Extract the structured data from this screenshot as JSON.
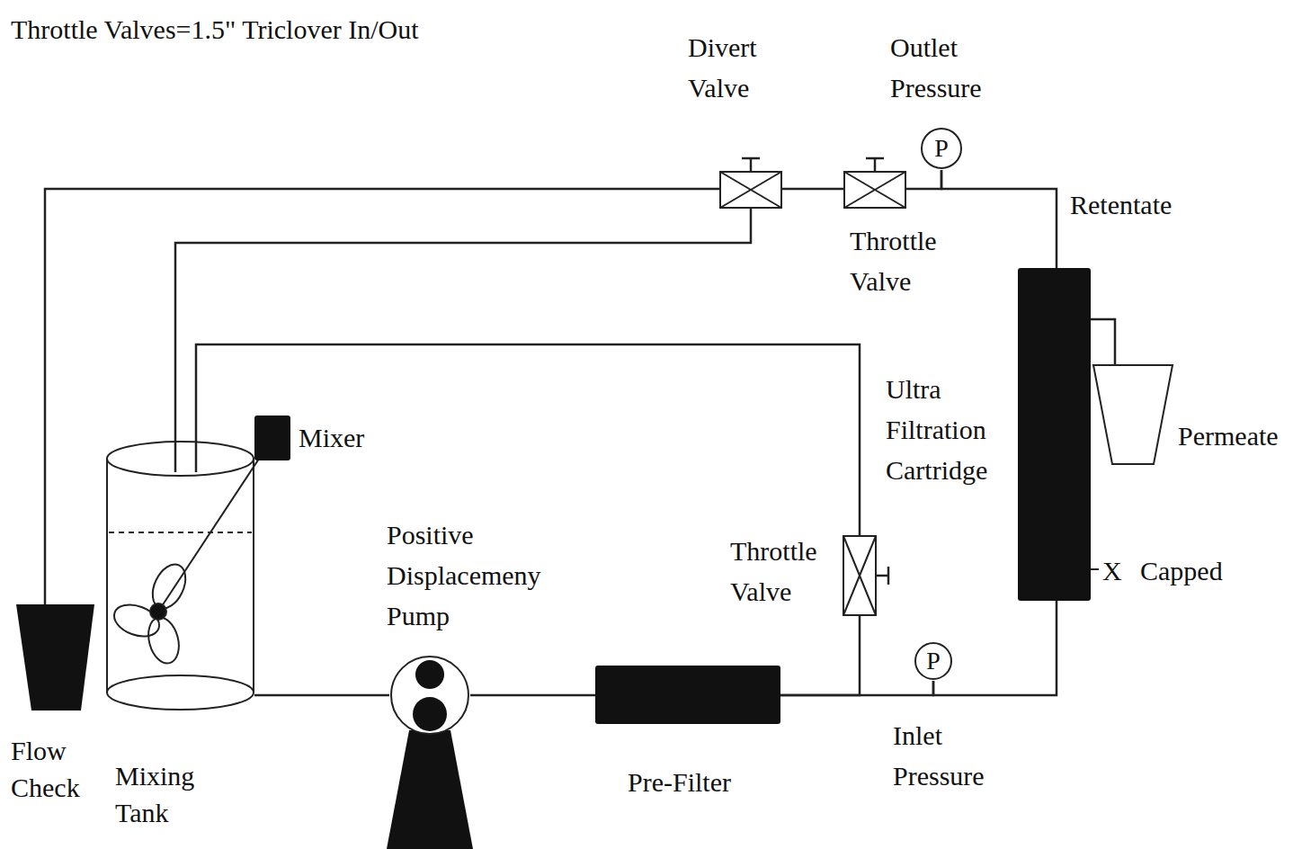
{
  "diagram": {
    "nodes": [
      {
        "text": [
          "Divert Valve"
        ]
      },
      {
        "text": [
          "Outlet Pressure",
          "P"
        ]
      },
      {
        "text": [
          "Throttle Valve"
        ]
      },
      {
        "text": [
          "Ultra Filtration Cartridge"
        ]
      },
      {
        "text": [
          "Permeate"
        ]
      },
      {
        "text": [
          "Mixer"
        ]
      },
      {
        "text": [
          "Throttle Valve"
        ]
      },
      {
        "text": [
          "Flow Check"
        ]
      },
      {
        "text": [
          "Mixing Tank"
        ]
      },
      {
        "text": [
          "Positive Displacemeny Pump"
        ]
      },
      {
        "text": [
          "Pre-Filter"
        ]
      },
      {
        "text": [
          "Inlet Pressure",
          "P"
        ]
      }
    ],
    "edges": [
      {
        "from": 8,
        "to": 9,
        "arrow": "none"
      },
      {
        "from": 9,
        "to": 10,
        "arrow": "none"
      },
      {
        "from": 10,
        "to": 11,
        "arrow": "none"
      },
      {
        "from": 11,
        "to": 3,
        "arrow": "none"
      },
      {
        "from": 10,
        "to": 6,
        "arrow": "none"
      },
      {
        "from": 6,
        "to": 8,
        "arrow": "none"
      },
      {
        "from": 3,
        "to": 1,
        "arrow": "none"
      },
      {
        "from": 1,
        "to": 2,
        "arrow": "none"
      },
      {
        "from": 2,
        "to": 0,
        "arrow": "none"
      },
      {
        "from": 0,
        "to": 7,
        "arrow": "none"
      },
      {
        "from": 0,
        "to": 8,
        "arrow": "none"
      },
      {
        "from": 3,
        "to": 4,
        "arrow": "none"
      }
    ],
    "labels": [
      "Throttle Valves=1.5\" Triclover In/Out",
      "Retentate",
      "X",
      "Capped"
    ]
  }
}
